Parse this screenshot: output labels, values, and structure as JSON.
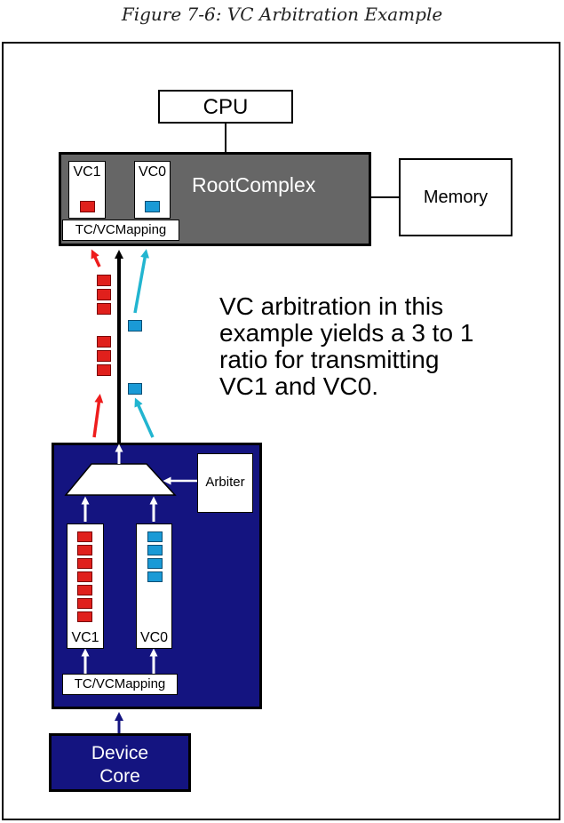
{
  "caption": "Figure 7-6: VC Arbitration Example",
  "cpu": {
    "label": "CPU"
  },
  "root_complex": {
    "title": "RootComplex",
    "vc1_label": "VC1",
    "vc0_label": "VC0",
    "mapping_label": "TC/VCMapping"
  },
  "memory": {
    "label": "Memory"
  },
  "note": {
    "lines": [
      "VC arbitration in this",
      "example yields a 3 to 1",
      "ratio for transmitting",
      "VC1 and VC0."
    ]
  },
  "device": {
    "arbiter_label": "Arbiter",
    "vc1_label": "VC1",
    "vc0_label": "VC0",
    "mapping_label": "TC/VCMapping",
    "vc1_packets": 7,
    "vc0_packets": 4
  },
  "core": {
    "line1": "Device",
    "line2": "Core"
  },
  "in_flight": {
    "vc1_packets": 6,
    "vc0_packets": 2
  },
  "colors": {
    "vc1": "#e0201c",
    "vc0": "#1a9ad6",
    "device_fill": "#141480",
    "root_complex_fill": "#666666",
    "vc1_arrow": "#ee1c1c",
    "vc0_arrow": "#22b5d0"
  }
}
